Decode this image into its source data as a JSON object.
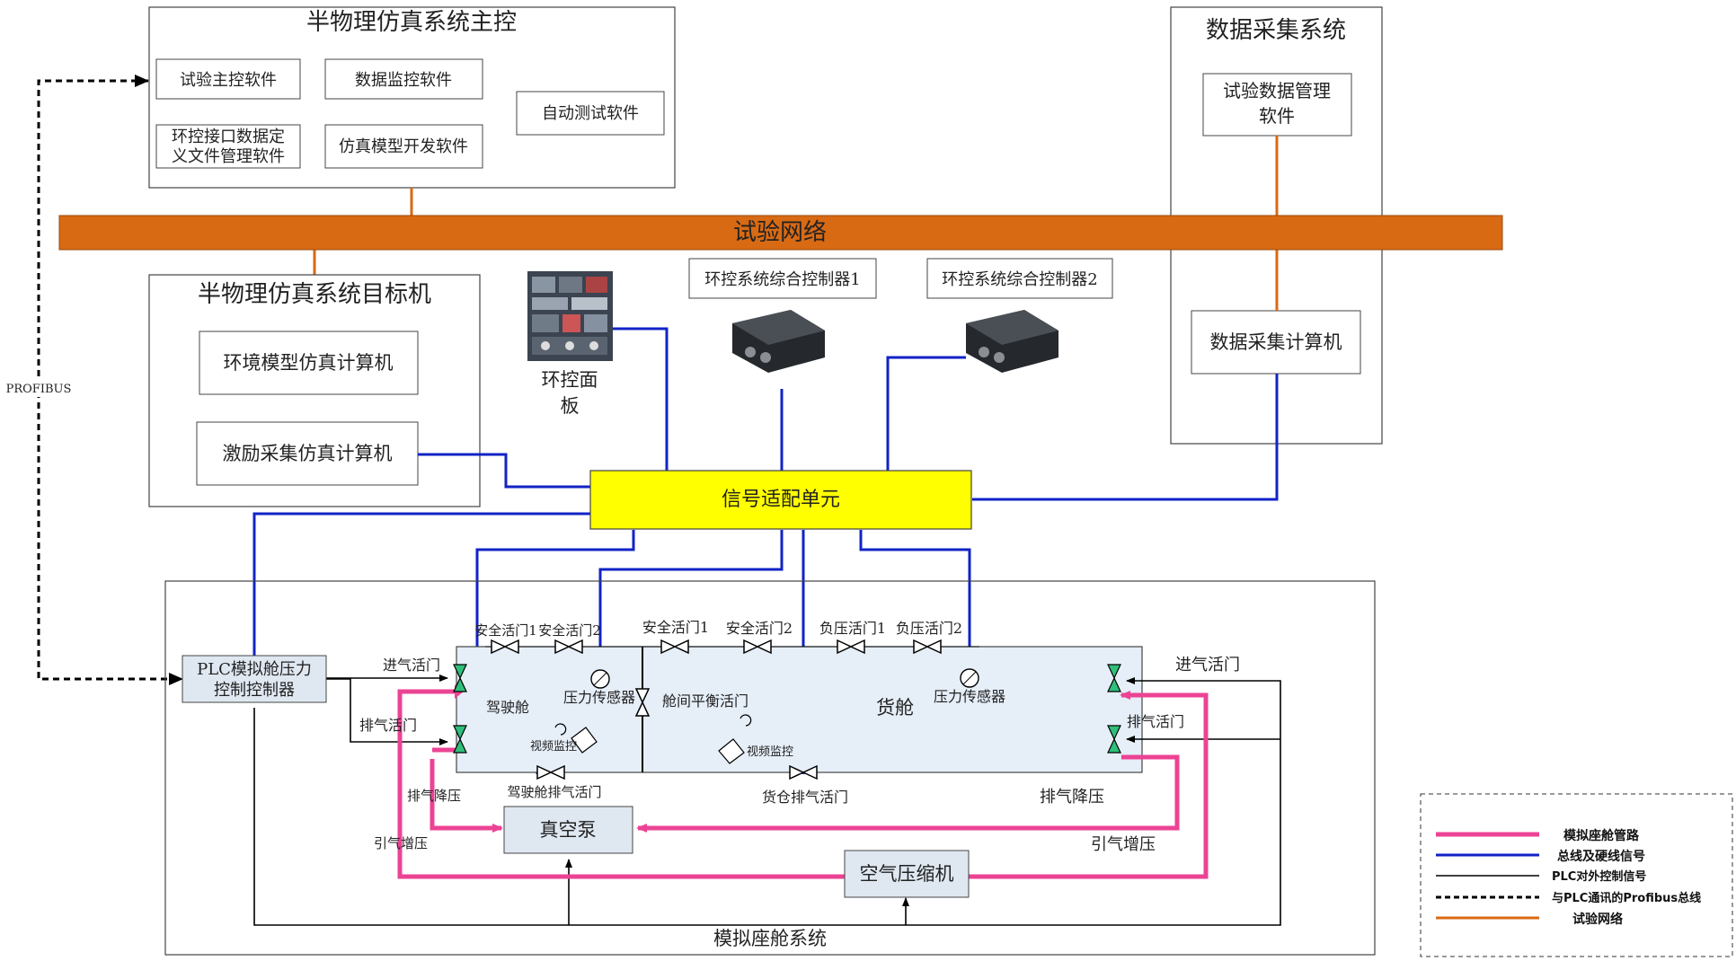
{
  "colors": {
    "pipe": "#ec4394",
    "bus": "#1223c6",
    "network": "#d86a14",
    "signal_unit": "#ffff00",
    "cabin_fill": "#e6eef8",
    "box_fill": "#dfe7f1",
    "valve": "#2fbf7a"
  },
  "master": {
    "title": "半物理仿真系统主控",
    "sw1": "试验主控软件",
    "sw2": "数据监控软件",
    "sw3": "自动测试软件",
    "sw4_l1": "环控接口数据定",
    "sw4_l2": "义文件管理软件",
    "sw5": "仿真模型开发软件"
  },
  "daq": {
    "title": "数据采集系统",
    "sw_l1": "试验数据管理",
    "sw_l2": "软件",
    "computer": "数据采集计算机"
  },
  "network": {
    "label": "试验网络"
  },
  "target": {
    "title": "半物理仿真系统目标机",
    "env": "环境模型仿真计算机",
    "stim": "激励采集仿真计算机"
  },
  "panel": {
    "l1": "环控面",
    "l2": "板"
  },
  "controllers": {
    "c1": "环控系统综合控制器1",
    "c2": "环控系统综合控制器2"
  },
  "profibus": "PROFIBUS",
  "signal_unit": "信号适配单元",
  "cabin": {
    "system": "模拟座舱系统",
    "plc_l1": "PLC模拟舱压力",
    "plc_l2": "控制控制器",
    "inlet_left": "进气活门",
    "outlet_left": "排气活门",
    "safety1a": "安全活门1",
    "safety2a": "安全活门2",
    "safety1b": "安全活门1",
    "safety2b": "安全活门2",
    "neg1": "负压活门1",
    "neg2": "负压活门2",
    "cockpit": "驾驶舱",
    "cargo": "货舱",
    "pressure_sensor_1": "压力传感器",
    "pressure_sensor_2": "压力传感器",
    "balance_valve": "舱间平衡活门",
    "video_1": "视频监控",
    "video_2": "视频监控",
    "cockpit_exhaust": "驾驶舱排气活门",
    "cargo_exhaust": "货仓排气活门",
    "inlet_right": "进气活门",
    "outlet_right": "排气活门",
    "exhaust_dep_left": "排气降压",
    "exhaust_dep_right": "排气降压",
    "bleed_left": "引气增压",
    "bleed_right": "引气增压",
    "vacuum_pump": "真空泵",
    "compressor": "空气压缩机"
  },
  "legend": {
    "pipe": "模拟座舱管路",
    "bus": "总线及硬线信号",
    "plc": "PLC对外控制信号",
    "profibus": "与PLC通讯的Profibus总线",
    "network": "试验网络"
  }
}
